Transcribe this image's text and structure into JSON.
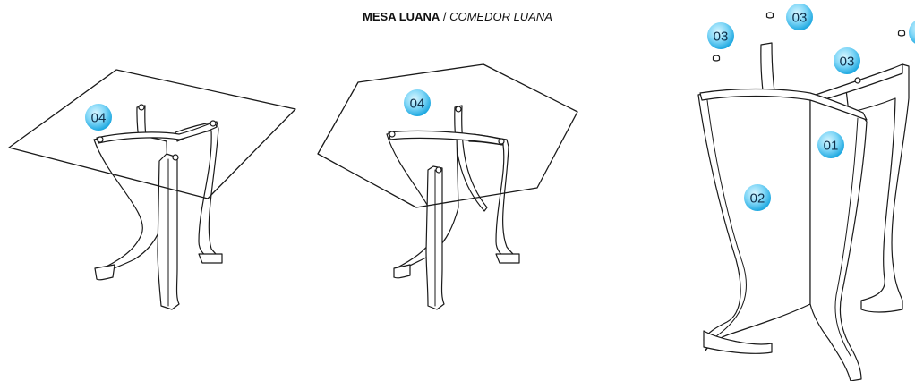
{
  "title": {
    "name_bold": "MESA LUANA",
    "separator": " / ",
    "name_italic": "COMEDOR LUANA"
  },
  "callouts": {
    "square_table_glass": "04",
    "hexagon_table_glass": "04",
    "exploded_cap_top": "03",
    "exploded_cap_left": "03",
    "exploded_cap_right": "03",
    "exploded_panel_front": "01",
    "exploded_panel_left": "02"
  },
  "colors": {
    "callout_fill_center": "#bfefff",
    "callout_fill_edge": "#2fb7ea",
    "line": "#1a1a1a",
    "callout_text": "#0f2f4a"
  }
}
